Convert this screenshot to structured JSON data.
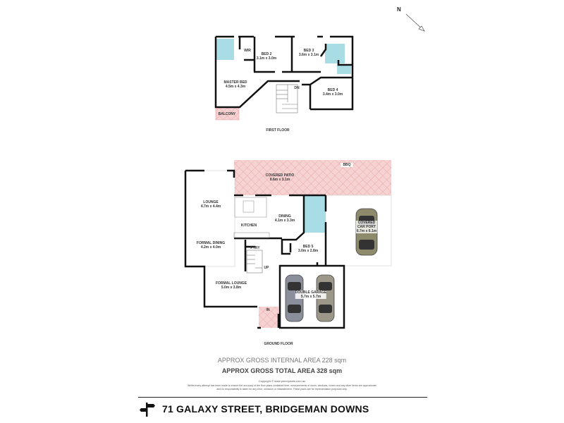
{
  "compass": {
    "label": "N",
    "icon": "north-arrow-icon"
  },
  "colors": {
    "wall": "#111111",
    "wet_area": "#a8dde6",
    "outdoor_hatch": "#f4c9c9",
    "car": "#8a8a7a"
  },
  "first_floor": {
    "title": "FIRST FLOOR",
    "rooms": [
      {
        "name": "WIR",
        "size": ""
      },
      {
        "name": "BED 2",
        "size": "3.1m x 3.0m"
      },
      {
        "name": "BED 3",
        "size": "3.6m x 3.1m"
      },
      {
        "name": "MASTER BED",
        "size": "4.5m x 4.3m"
      },
      {
        "name": "BED 4",
        "size": "3.4m x 3.0m"
      },
      {
        "name": "BALCONY",
        "size": ""
      },
      {
        "name": "DN",
        "size": ""
      }
    ]
  },
  "ground_floor": {
    "title": "GROUND FLOOR",
    "rooms": [
      {
        "name": "COVERED PATIO",
        "size": "8.6m x 3.1m"
      },
      {
        "name": "BBQ",
        "size": ""
      },
      {
        "name": "LOUNGE",
        "size": "4.7m x 4.4m"
      },
      {
        "name": "KITCHEN",
        "size": ""
      },
      {
        "name": "DINING",
        "size": "4.1m x 3.3m"
      },
      {
        "name": "COVERED CAR PORT",
        "size": "6.7m x 6.1m"
      },
      {
        "name": "FORMAL DINING",
        "size": "4.2m x 4.0m"
      },
      {
        "name": "PTRY",
        "size": ""
      },
      {
        "name": "BED 5",
        "size": "3.0m x 2.8m"
      },
      {
        "name": "UP",
        "size": ""
      },
      {
        "name": "FORMAL LOUNGE",
        "size": "5.0m x 3.8m"
      },
      {
        "name": "DOUBLE GARAGE",
        "size": "5.7m x 5.7m"
      },
      {
        "name": "IN",
        "size": ""
      }
    ]
  },
  "footer": {
    "internal_area": "APPROX GROSS INTERNAL AREA 228 sqm",
    "total_area": "APPROX GROSS TOTAL AREA 328 sqm",
    "copyright": "Copyright © www.primepixels.com.au",
    "disclaimer_1": "Whilst every attempt has been made to ensure the accuracy of the floor plans contained here, measurements of doors, windows, rooms and any other items are approximate",
    "disclaimer_2": "and no responsibility is taken for any error, omission or misstatement. These plans are for representation purposes only.",
    "address": "71 GALAXY STREET, BRIDGEMAN DOWNS",
    "address_icon": "signpost-icon"
  }
}
